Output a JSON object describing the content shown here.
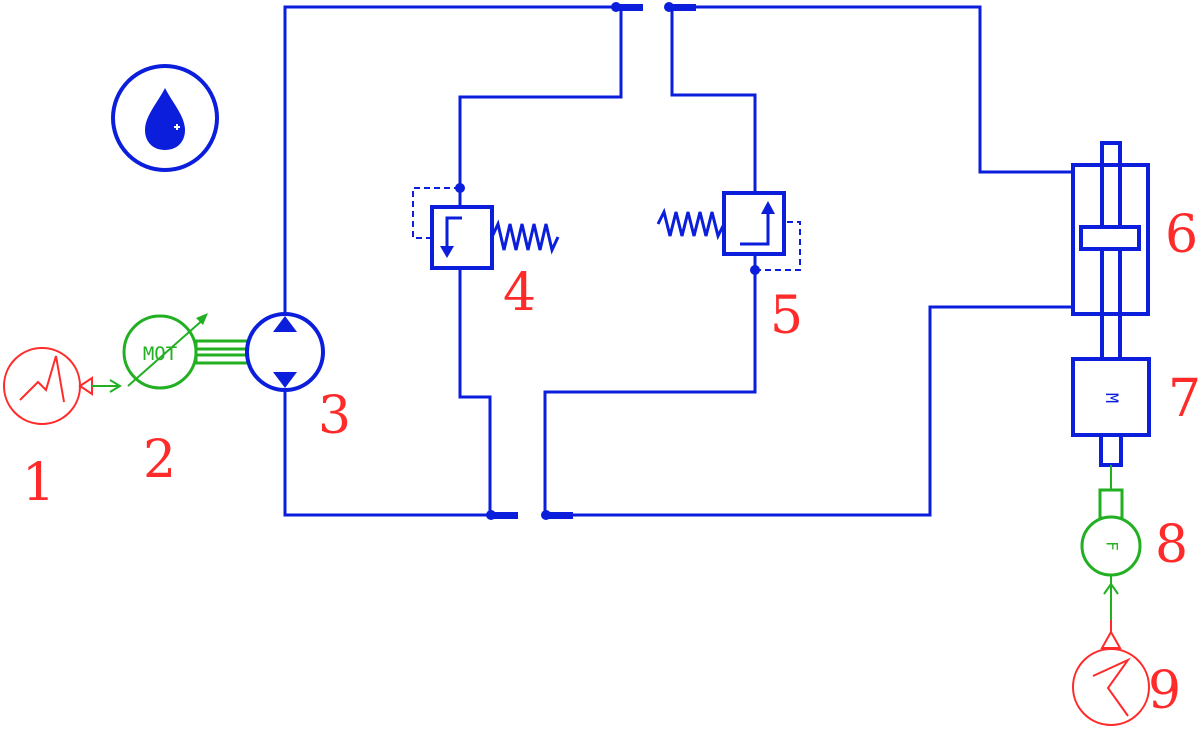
{
  "colors": {
    "hydraulic": "#0a1edc",
    "mechanical": "#22b022",
    "signal": "#ff2a2a",
    "background": "#ffffff"
  },
  "symbols": {
    "motor_text": "MOT",
    "mass_text": "M",
    "force_text": "F"
  },
  "components": [
    {
      "id": "1",
      "icon": "signal-source-icon"
    },
    {
      "id": "2",
      "icon": "prime-mover-icon"
    },
    {
      "id": "3",
      "icon": "hydraulic-pump-icon"
    },
    {
      "id": "4",
      "icon": "relief-valve-icon"
    },
    {
      "id": "5",
      "icon": "relief-valve-icon"
    },
    {
      "id": "6",
      "icon": "hydraulic-cylinder-icon"
    },
    {
      "id": "7",
      "icon": "mass-icon"
    },
    {
      "id": "8",
      "icon": "force-source-icon"
    },
    {
      "id": "9",
      "icon": "signal-source-icon"
    }
  ],
  "fluid_properties_icon": "hydraulic-fluid-drop-icon"
}
